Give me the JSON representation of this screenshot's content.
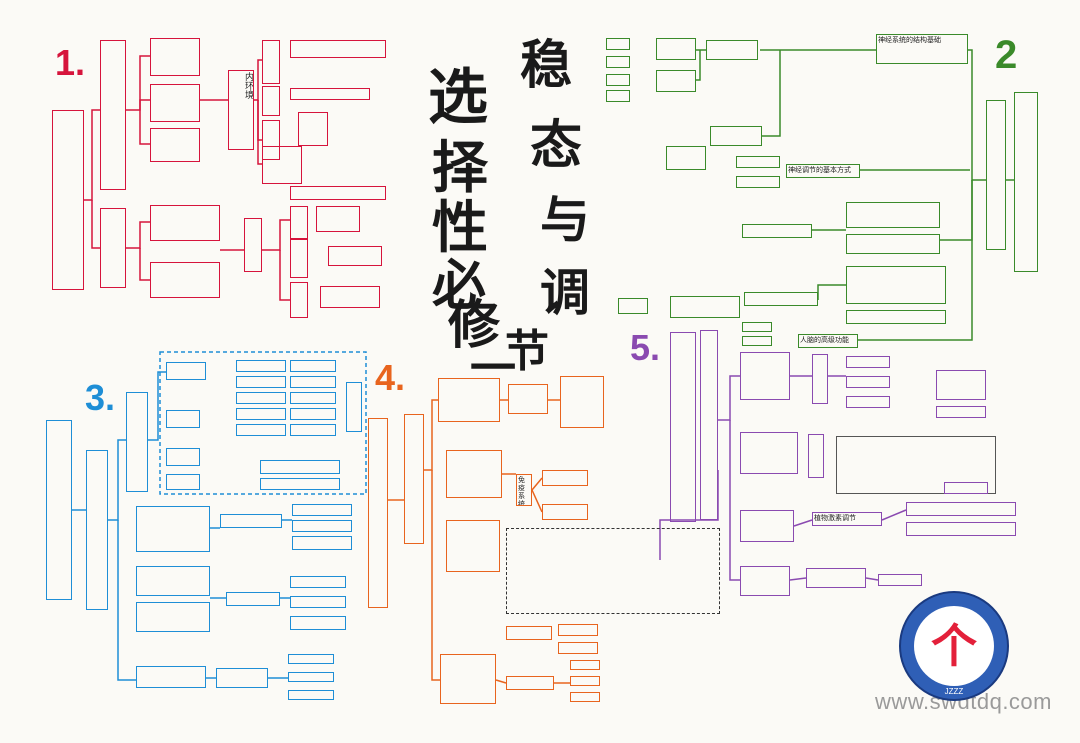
{
  "title": {
    "line1_chars": [
      "稳",
      "态",
      "与",
      "调",
      "节"
    ],
    "line2_chars": [
      "选",
      "择",
      "性",
      "必",
      "修",
      "一"
    ]
  },
  "section_numbers": [
    "1.",
    "2",
    "3.",
    "4.",
    "5."
  ],
  "colors": {
    "section1": "#d6143c",
    "section2": "#3a8a2a",
    "section3": "#1e8ed6",
    "section4": "#e8641e",
    "section5": "#8a4ab0",
    "title": "#1a1a1a"
  },
  "watermark": "www.swdtdq.com",
  "logo": {
    "center_glyph": "个",
    "ring_text": "JZZZ"
  },
  "legible_labels": {
    "s1_env": "内环境",
    "s2_neural": "神经系统的结构基础",
    "s2_neural2": "神经调节的基本方式",
    "s2_brain": "人脑的高级功能",
    "s4_shock": "免疫系统",
    "s5_plant": "植物激素调节"
  }
}
